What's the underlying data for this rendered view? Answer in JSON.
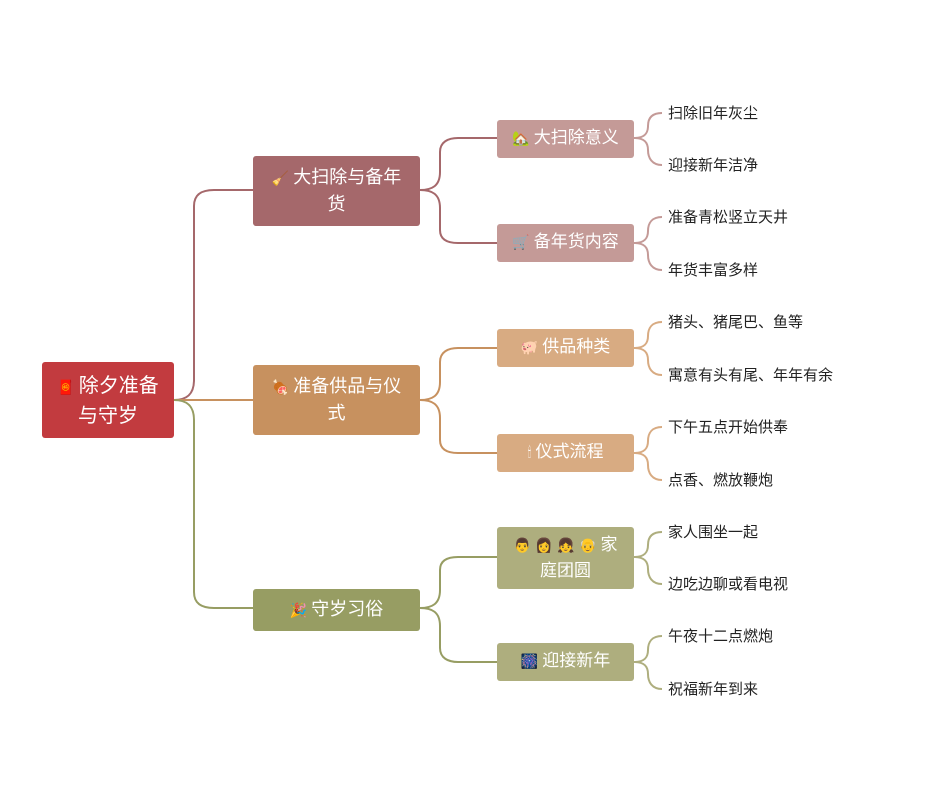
{
  "colors": {
    "root": "#c23b3f",
    "branch1": "#a5686b",
    "branch1_sub": "#c49a97",
    "branch2": "#c7915f",
    "branch2_sub": "#d8ab82",
    "branch3": "#979d63",
    "branch3_sub": "#aeae7e"
  },
  "root": {
    "icon": "🧧",
    "label": "除夕准备与守岁"
  },
  "branches": [
    {
      "icon": "🧹",
      "label": "大扫除与备年货",
      "children": [
        {
          "icon": "🏡",
          "label": "大扫除意义",
          "leaves": [
            "扫除旧年灰尘",
            "迎接新年洁净"
          ]
        },
        {
          "icon": "🛒",
          "label": "备年货内容",
          "leaves": [
            "准备青松竖立天井",
            "年货丰富多样"
          ]
        }
      ]
    },
    {
      "icon": "🍖",
      "label": "准备供品与仪式",
      "children": [
        {
          "icon": "🐖",
          "label": "供品种类",
          "leaves": [
            "猪头、猪尾巴、鱼等",
            "寓意有头有尾、年年有余"
          ]
        },
        {
          "icon": "🕯",
          "label": "仪式流程",
          "leaves": [
            "下午五点开始供奉",
            "点香、燃放鞭炮"
          ]
        }
      ]
    },
    {
      "icon": "🎉",
      "label": "守岁习俗",
      "children": [
        {
          "icon": "👨 👩 👧 👴",
          "label": "家庭团圆",
          "leaves": [
            "家人围坐一起",
            "边吃边聊或看电视"
          ]
        },
        {
          "icon": "🎆",
          "label": "迎接新年",
          "leaves": [
            "午夜十二点燃炮",
            "祝福新年到来"
          ]
        }
      ]
    }
  ]
}
